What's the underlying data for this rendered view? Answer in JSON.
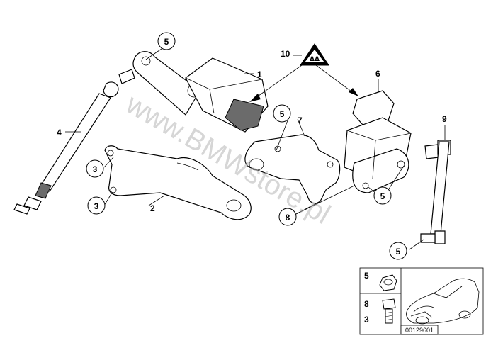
{
  "watermark": "www.BMWstore.pl",
  "diagram_code": "00129601",
  "callouts": {
    "c1": "1",
    "c2": "2",
    "c3a": "3",
    "c3b": "3",
    "c4": "4",
    "c5a": "5",
    "c5b": "5",
    "c5c": "5",
    "c5d": "5",
    "c6": "6",
    "c7": "7",
    "c8": "8",
    "c9": "9",
    "c10": "10"
  },
  "warning_symbol_text": "ΔΔ",
  "inset": {
    "label_5": "5",
    "label_8": "8",
    "label_3": "3"
  },
  "colors": {
    "line": "#000000",
    "shadow_gray": "#6b6b6b",
    "watermark": "#b4b4b4",
    "warning_fill": "#000000"
  }
}
